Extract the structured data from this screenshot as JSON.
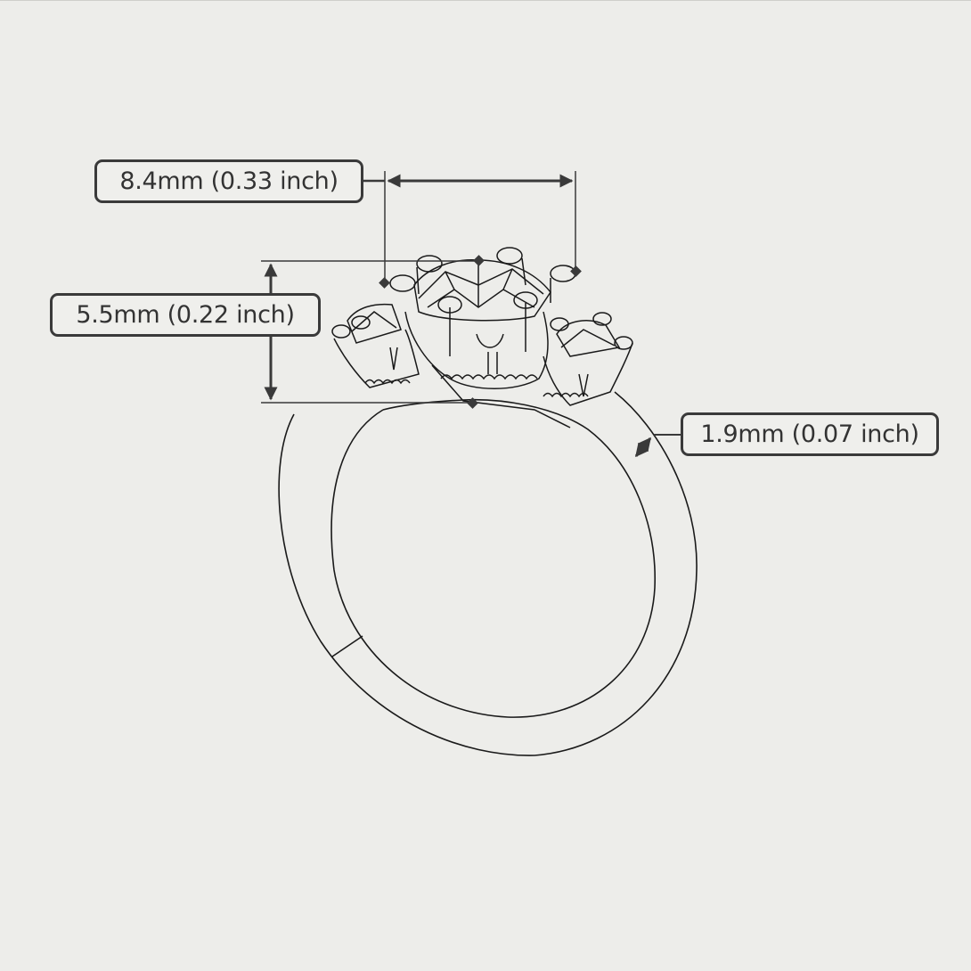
{
  "diagram": {
    "subject": "Three-stone ring technical line drawing with dimensions",
    "background_color": "#ededea",
    "line_color": "#1a1a1a",
    "dimension_color": "#3a3a3a"
  },
  "dimensions": {
    "width": {
      "label": "8.4mm (0.33 inch)",
      "mm": 8.4,
      "inch": 0.33,
      "refers_to": "center stone width"
    },
    "height": {
      "label": "5.5mm (0.22 inch)",
      "mm": 5.5,
      "inch": 0.22,
      "refers_to": "setting height"
    },
    "band": {
      "label": "1.9mm (0.07 inch)",
      "mm": 1.9,
      "inch": 0.07,
      "refers_to": "band width"
    }
  }
}
